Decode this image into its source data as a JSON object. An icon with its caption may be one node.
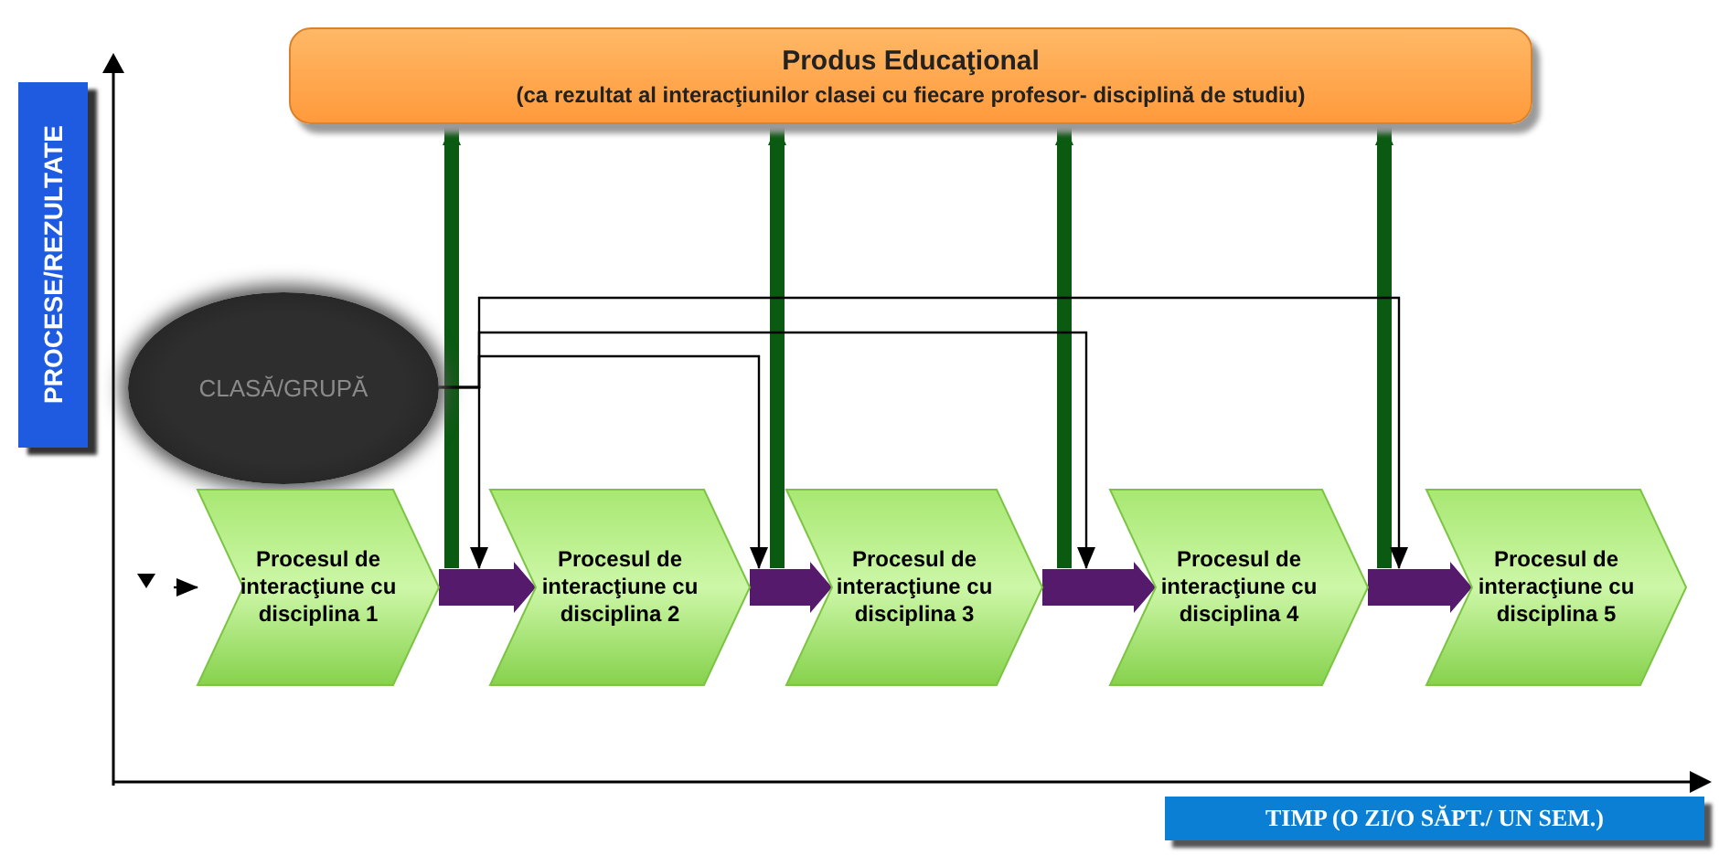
{
  "diagram": {
    "nodes": [
      {
        "text": [
          "Produs Educaţional",
          "(ca rezultat al interacţiunilor clasei cu fiecare profesor- disciplină de studiu)"
        ]
      },
      {
        "text": [
          "CLASĂ/GRUPĂ"
        ]
      },
      {
        "text": [
          "Procesul de interacţiune cu disciplina 1"
        ]
      },
      {
        "text": [
          "Procesul de interacţiune cu disciplina 2"
        ]
      },
      {
        "text": [
          "Procesul de interacţiune cu disciplina 3"
        ]
      },
      {
        "text": [
          "Procesul de interacţiune cu disciplina 4"
        ]
      },
      {
        "text": [
          "Procesul de interacţiune cu disciplina 5"
        ]
      }
    ],
    "edges": [
      {
        "from": 2,
        "to": 0,
        "arrow": "to",
        "style": "thick",
        "color": "#0b5a12"
      },
      {
        "from": 3,
        "to": 0,
        "arrow": "to",
        "style": "thick",
        "color": "#0b5a12"
      },
      {
        "from": 4,
        "to": 0,
        "arrow": "to",
        "style": "thick",
        "color": "#0b5a12"
      },
      {
        "from": 5,
        "to": 0,
        "arrow": "to",
        "style": "thick",
        "color": "#0b5a12"
      },
      {
        "from": 1,
        "to": 2,
        "arrow": "to"
      },
      {
        "from": 1,
        "to": 3,
        "arrow": "to"
      },
      {
        "from": 1,
        "to": 4,
        "arrow": "to"
      },
      {
        "from": 1,
        "to": 5,
        "arrow": "to"
      },
      {
        "from": null,
        "to": 2,
        "arrow": "to"
      },
      {
        "from": 2,
        "to": 3,
        "arrow": "to",
        "color": "#551a6b"
      },
      {
        "from": 3,
        "to": 4,
        "arrow": "to",
        "color": "#551a6b"
      },
      {
        "from": 4,
        "to": 5,
        "arrow": "to",
        "color": "#551a6b"
      },
      {
        "from": 5,
        "to": 6,
        "arrow": "to",
        "color": "#551a6b"
      }
    ],
    "labels": [
      "PROCESE/REZULTATE",
      "TIMP (O ZI/O SĂPT./ UN SEM.)"
    ]
  }
}
